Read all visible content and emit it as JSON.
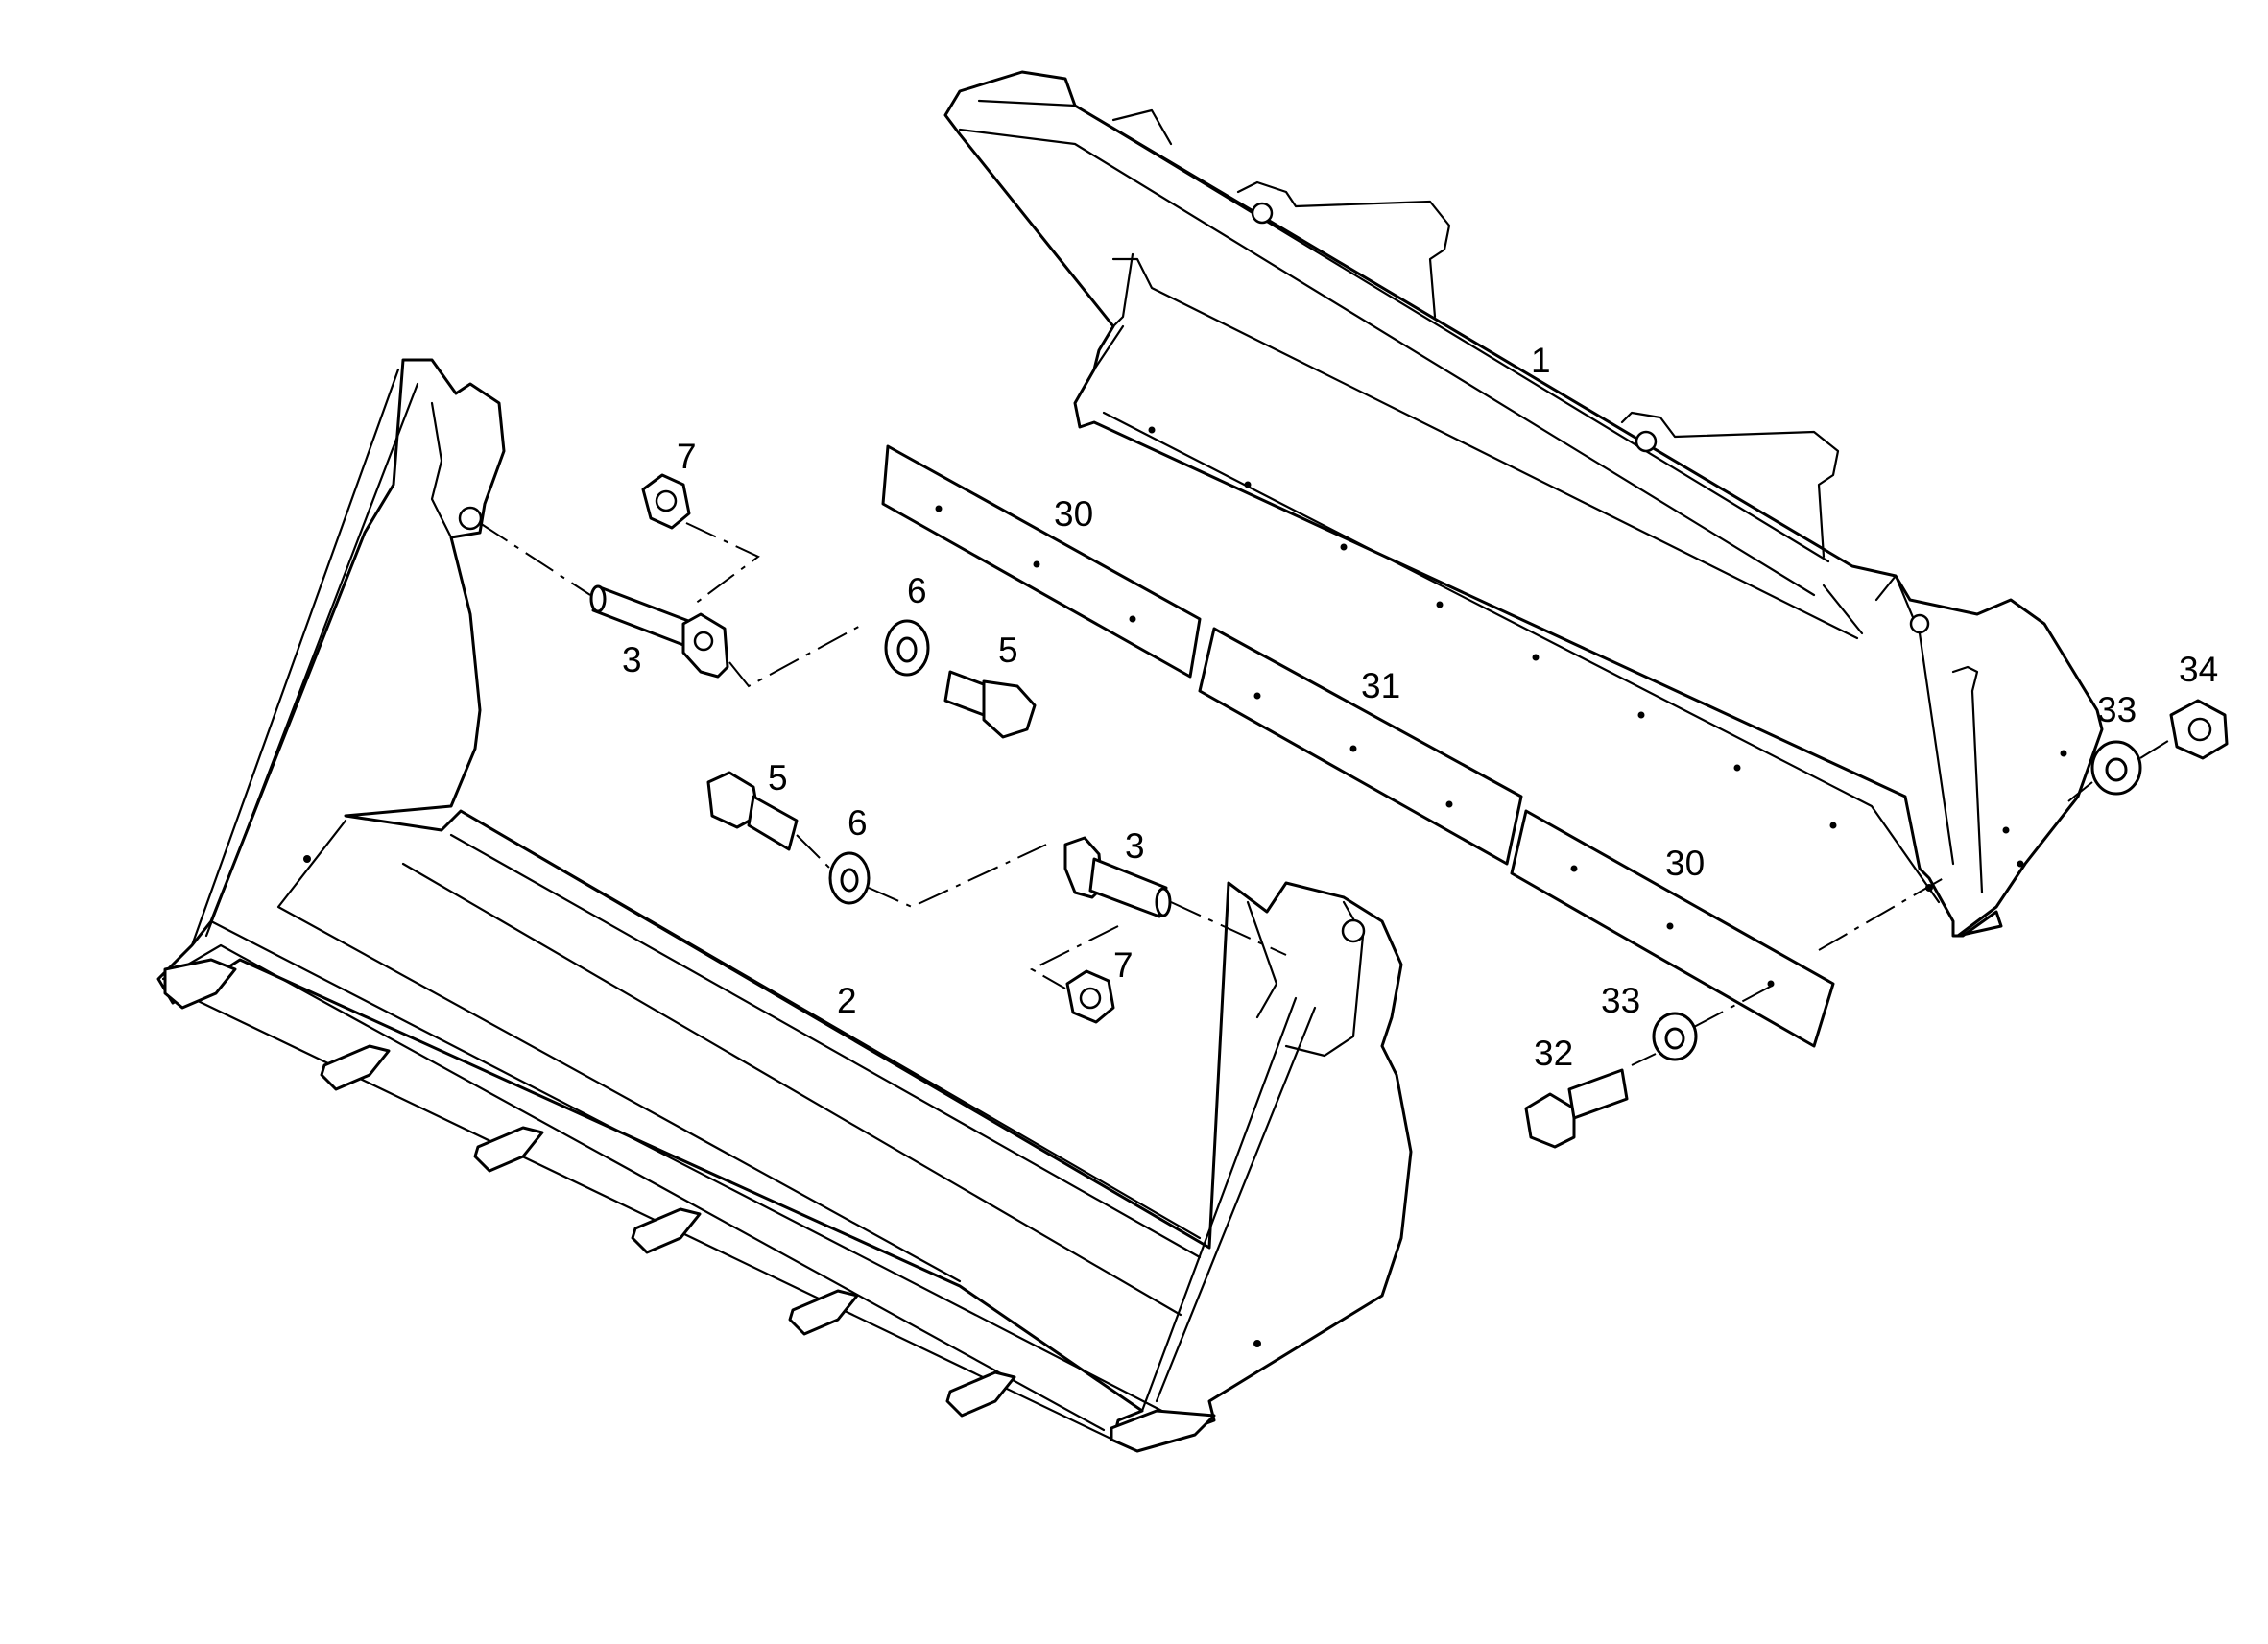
{
  "callouts": [
    {
      "id": "c1",
      "text": "1"
    },
    {
      "id": "c2",
      "text": "2"
    },
    {
      "id": "c3a",
      "text": "3"
    },
    {
      "id": "c3b",
      "text": "3"
    },
    {
      "id": "c5a",
      "text": "5"
    },
    {
      "id": "c5b",
      "text": "5"
    },
    {
      "id": "c6a",
      "text": "6"
    },
    {
      "id": "c6b",
      "text": "6"
    },
    {
      "id": "c7a",
      "text": "7"
    },
    {
      "id": "c7b",
      "text": "7"
    },
    {
      "id": "c30a",
      "text": "30"
    },
    {
      "id": "c30b",
      "text": "30"
    },
    {
      "id": "c31",
      "text": "31"
    },
    {
      "id": "c32",
      "text": "32"
    },
    {
      "id": "c33a",
      "text": "33"
    },
    {
      "id": "c33b",
      "text": "33"
    },
    {
      "id": "c34",
      "text": "34"
    }
  ]
}
